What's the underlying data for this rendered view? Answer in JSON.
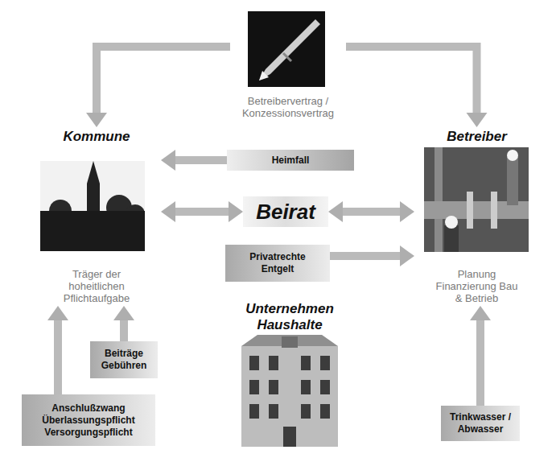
{
  "diagram": {
    "nodes": [
      {
        "text": [
          "Betreibervertrag / Konzessionsvertrag"
        ]
      },
      {
        "text": [
          "Kommune",
          "Träger der hoheitlichen Pflichtaufgabe"
        ]
      },
      {
        "text": [
          "Heimfall"
        ]
      },
      {
        "text": [
          "Betreiber",
          "Planung Finanzierung Bau & Betrieb"
        ]
      },
      {
        "text": [
          "Beirat"
        ]
      },
      {
        "text": [
          "Privatrechte Entgelt"
        ]
      },
      {
        "text": [
          "Unternehmen Haushalte"
        ]
      },
      {
        "text": [
          "Beiträge Gebühren"
        ]
      },
      {
        "text": [
          "Anschlußzwang Überlassungspflicht Versorgungspflicht"
        ]
      },
      {
        "text": [
          "Trinkwasser / Abwasser"
        ]
      }
    ],
    "edges": [
      {
        "from": 0,
        "to": 1,
        "arrow": "to"
      },
      {
        "from": 0,
        "to": 3,
        "arrow": "to"
      },
      {
        "from": 2,
        "to": 1,
        "arrow": "to"
      },
      {
        "from": 1,
        "to": 4,
        "arrow": "both"
      },
      {
        "from": 4,
        "to": 3,
        "arrow": "both"
      },
      {
        "from": 5,
        "to": 3,
        "arrow": "to"
      },
      {
        "from": 7,
        "to": 1,
        "arrow": "to"
      },
      {
        "from": 8,
        "to": 1,
        "arrow": "to"
      },
      {
        "from": 9,
        "to": 3,
        "arrow": "to"
      }
    ]
  }
}
